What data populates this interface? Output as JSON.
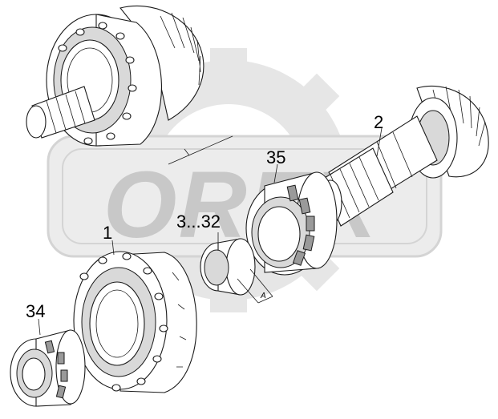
{
  "diagram": {
    "watermark_text": "OREX",
    "callouts": [
      {
        "id": "c2",
        "text": "2"
      },
      {
        "id": "c35",
        "text": "35"
      },
      {
        "id": "c1",
        "text": "1"
      },
      {
        "id": "c3-32",
        "text": "3...32"
      },
      {
        "id": "c34",
        "text": "34"
      }
    ],
    "dimension_label": "A"
  }
}
